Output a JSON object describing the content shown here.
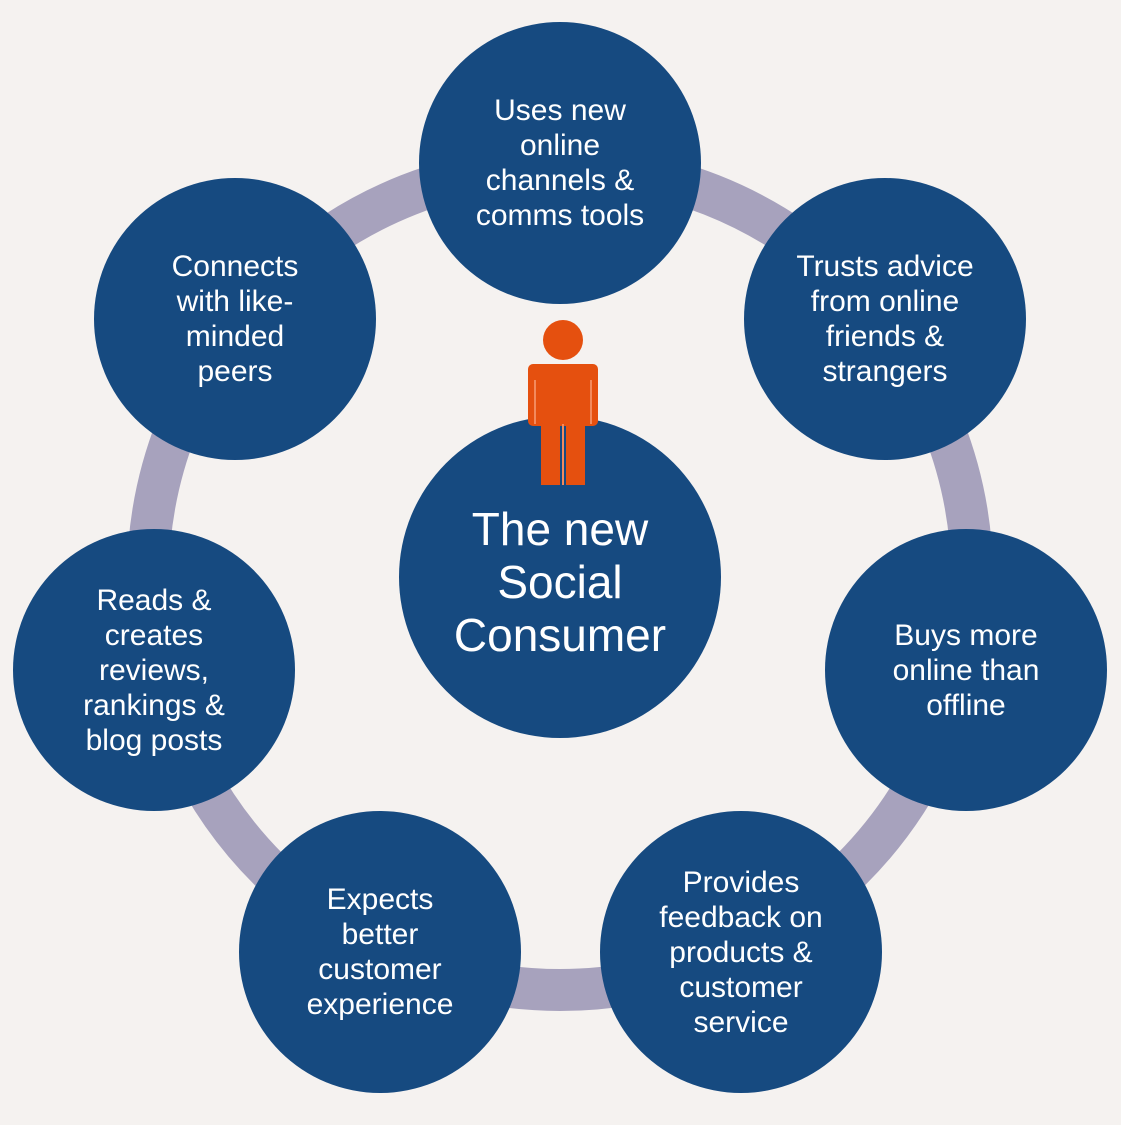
{
  "diagram": {
    "center": {
      "label": "The new\nSocial\nConsumer",
      "icon": "person-icon"
    },
    "nodes": [
      {
        "id": "top",
        "label": "Uses new\nonline\nchannels &\ncomms tools"
      },
      {
        "id": "top-right",
        "label": "Trusts advice\nfrom online\nfriends &\nstrangers"
      },
      {
        "id": "right",
        "label": "Buys more\nonline than\noffline"
      },
      {
        "id": "bottom-right",
        "label": "Provides\nfeedback on\nproducts &\ncustomer\nservice"
      },
      {
        "id": "bottom-left",
        "label": "Expects\nbetter\ncustomer\nexperience"
      },
      {
        "id": "left",
        "label": "Reads &\ncreates\nreviews,\nrankings &\nblog posts"
      },
      {
        "id": "top-left",
        "label": "Connects\nwith like-\nminded\npeers"
      }
    ],
    "colors": {
      "background": "#f5f2f0",
      "circle": "#164a80",
      "connector": "#a7a2bd",
      "person": "#e5500f",
      "text": "#ffffff"
    }
  }
}
